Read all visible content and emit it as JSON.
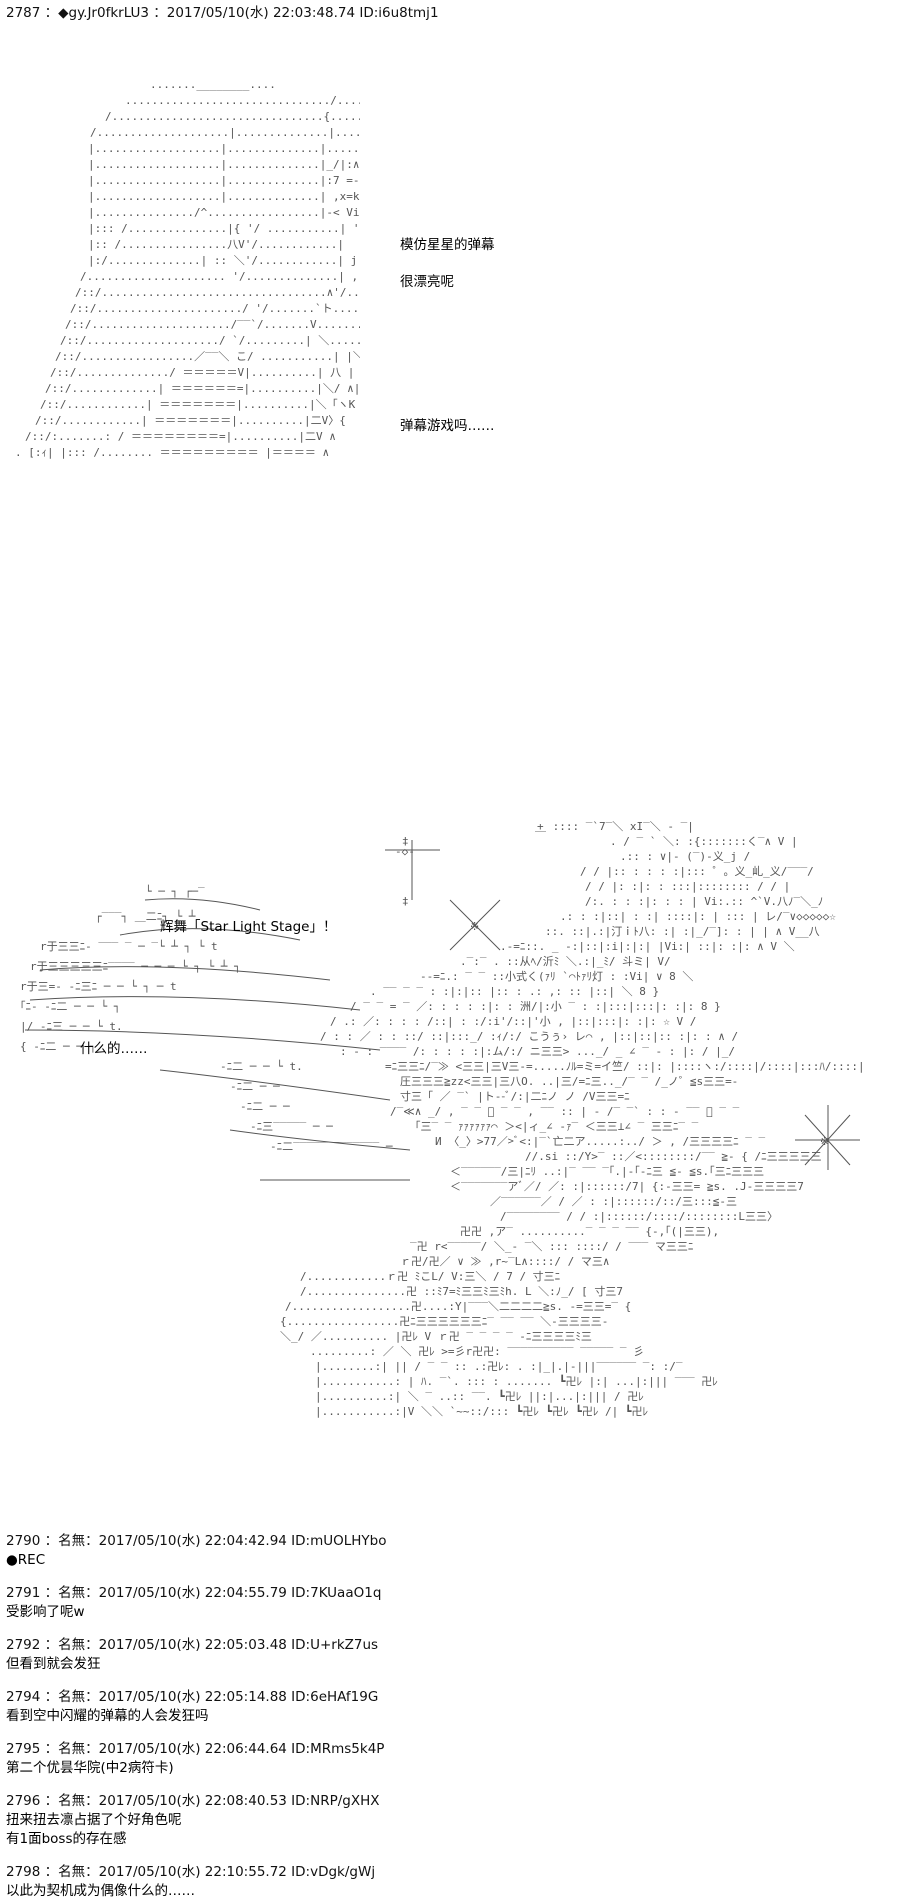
{
  "header_post": {
    "text": "2787 ：◆gy.Jr0fkrLU3 ：2017/05/10(水) 22:03:48.74 ID:i6u8tmj1"
  },
  "art1_captions": [
    "模仿星星的弹幕",
    "很漂亮呢",
    "弹幕游戏吗……"
  ],
  "art2_captions": [
    "辉舞「Star Light Stage」！",
    "什么的……"
  ],
  "posts": [
    {
      "header": "2790 ：名無：2017/05/10(水) 22:04:42.94 ID:mUOLHYbo",
      "body": [
        "●REC"
      ]
    },
    {
      "header": "2791 ：名無：2017/05/10(水) 22:04:55.79 ID:7KUaaO1q",
      "body": [
        "受影响了呢w"
      ]
    },
    {
      "header": "2792 ：名無：2017/05/10(水) 22:05:03.48 ID:U+rkZ7us",
      "body": [
        "但看到就会发狂"
      ]
    },
    {
      "header": "2794 ：名無：2017/05/10(水) 22:05:14.88 ID:6eHAf19G",
      "body": [
        "看到空中闪耀的弹幕的人会发狂吗"
      ]
    },
    {
      "header": "2795 ：名無：2017/05/10(水) 22:06:44.64 ID:MRms5k4P",
      "body": [
        "第二个优昙华院(中2病符卡)"
      ]
    },
    {
      "header": "2796 ：名無：2017/05/10(水) 22:08:40.53 ID:NRP/gXHX",
      "body": [
        "扭来扭去凛占据了个好角色呢",
        "有1面boss的存在感"
      ]
    },
    {
      "header": "2798 ：名無：2017/05/10(水) 22:10:55.72 ID:vDgk/gWj",
      "body": [
        "以此为契机成为偶像什么的……"
      ]
    }
  ]
}
